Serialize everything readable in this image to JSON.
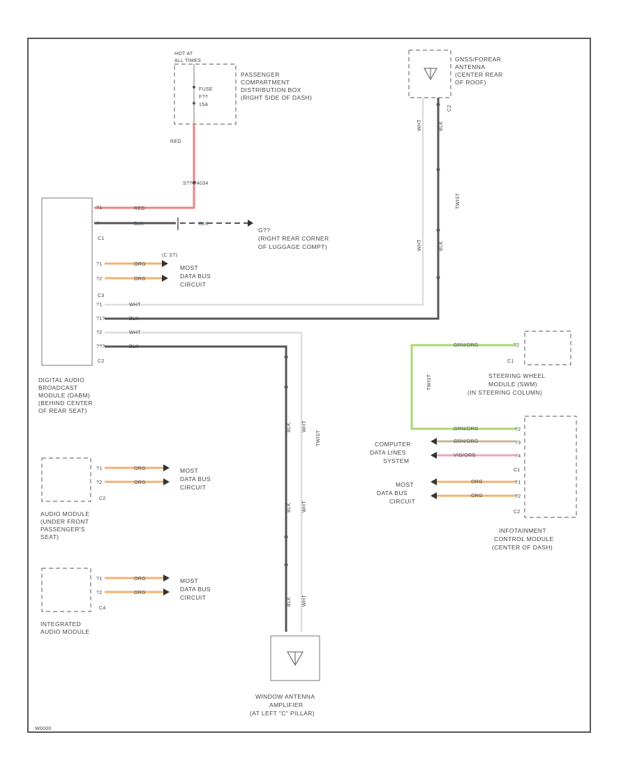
{
  "diagram_id": "W0000",
  "colors": {
    "red": "#f08080",
    "blk": "#555555",
    "org": "#f4b070",
    "wht": "#dddddd",
    "grn": "#a8d870",
    "vio": "#f0a0c0",
    "frame": "#555555"
  },
  "fuse_box": {
    "hot": [
      "HOT AT",
      "ALL TIMES"
    ],
    "fuse": [
      "FUSE",
      "F??",
      "15A"
    ],
    "desc": [
      "PASSENGER",
      "COMPARTMENT",
      "DISTRIBUTION BOX",
      "(RIGHT SIDE OF DASH)"
    ]
  },
  "wire_red": "RED",
  "splice_label": "S?? ?4034",
  "dab": {
    "pin_red": "?1",
    "pin_blk": "?",
    "c1": "C1",
    "red_label": "RED",
    "blk_label": "BLK",
    "wht_label": "WHT",
    "org": [
      {
        "pin": "?1",
        "wire": "ORG"
      },
      {
        "pin": "?2",
        "wire": "ORG"
      }
    ],
    "most_pins": "(C ST)",
    "most": [
      "MOST",
      "DATA BUS",
      "CIRCUIT"
    ],
    "c3": "C3",
    "pin_wht1": "?1",
    "pin_blk1": "?1?",
    "pin_wht2": "?2",
    "pin_blk2": "???",
    "wire_wht": "WHT",
    "wire_blk": "BLK",
    "c2": "C2",
    "name": [
      "DIGITAL AUDIO",
      "BROADCAST",
      "MODULE (DABM)",
      "(BEHIND CENTER",
      "OF REAR SEAT)"
    ]
  },
  "ground": {
    "name": "G??",
    "desc": [
      "(RIGHT REAR CORNER",
      "OF LUGGAGE COMPT)"
    ]
  },
  "roof_antenna": {
    "name": [
      "GNSS/FOREAR",
      "ANTENNA",
      "(CENTER REAR",
      "OF ROOF)"
    ],
    "conn": "C2",
    "wire_wht": "WHT",
    "wire_blk": "BLK",
    "twisted": "TWIST"
  },
  "audio_module": {
    "conn": "C2",
    "pins": [
      {
        "pin": "?1",
        "wire": "ORG"
      },
      {
        "pin": "?2",
        "wire": "ORG"
      }
    ],
    "most": [
      "MOST",
      "DATA BUS",
      "CIRCUIT"
    ],
    "name": [
      "AUDIO MODULE",
      "(UNDER FRONT",
      "PASSENGER'S",
      "SEAT)"
    ]
  },
  "integrated_audio": {
    "conn": "C4",
    "pins": [
      {
        "pin": "?1",
        "wire": "ORG"
      },
      {
        "pin": "?2",
        "wire": "ORG"
      }
    ],
    "most": [
      "MOST",
      "DATA BUS",
      "CIRCUIT"
    ],
    "name": [
      "INTEGRATED",
      "AUDIO MODULE"
    ]
  },
  "window_antenna": {
    "name": [
      "WINDOW ANTENNA",
      "AMPLIFIER",
      "(AT LEFT \"C\" PILLAR)"
    ],
    "wire_wht": "WHT",
    "wire_blk": "BLK",
    "twisted": "TWIST"
  },
  "steering": {
    "conn": "C1",
    "pin": "?2",
    "name": [
      "STEERING WHEEL",
      "MODULE (SWM)",
      "(IN STEERING COLUMN)"
    ],
    "twisted": "TWIST"
  },
  "icm": {
    "wire_gv": "GRN/ORG",
    "wire_vo": "VIO/ORG",
    "pins_can": [
      "?2",
      "?3",
      "?4"
    ],
    "can": [
      "COMPUTER",
      "DATA LINES",
      "SYSTEM"
    ],
    "conn_c1": "C1",
    "org": [
      {
        "pin": "?1",
        "wire": "ORG"
      },
      {
        "pin": "?2",
        "wire": "ORG"
      }
    ],
    "most": [
      "MOST",
      "DATA BUS",
      "CIRCUIT"
    ],
    "conn_c2": "C2",
    "name": [
      "INFOTAINMENT",
      "CONTROL MODULE",
      "(CENTER OF DASH)"
    ]
  }
}
